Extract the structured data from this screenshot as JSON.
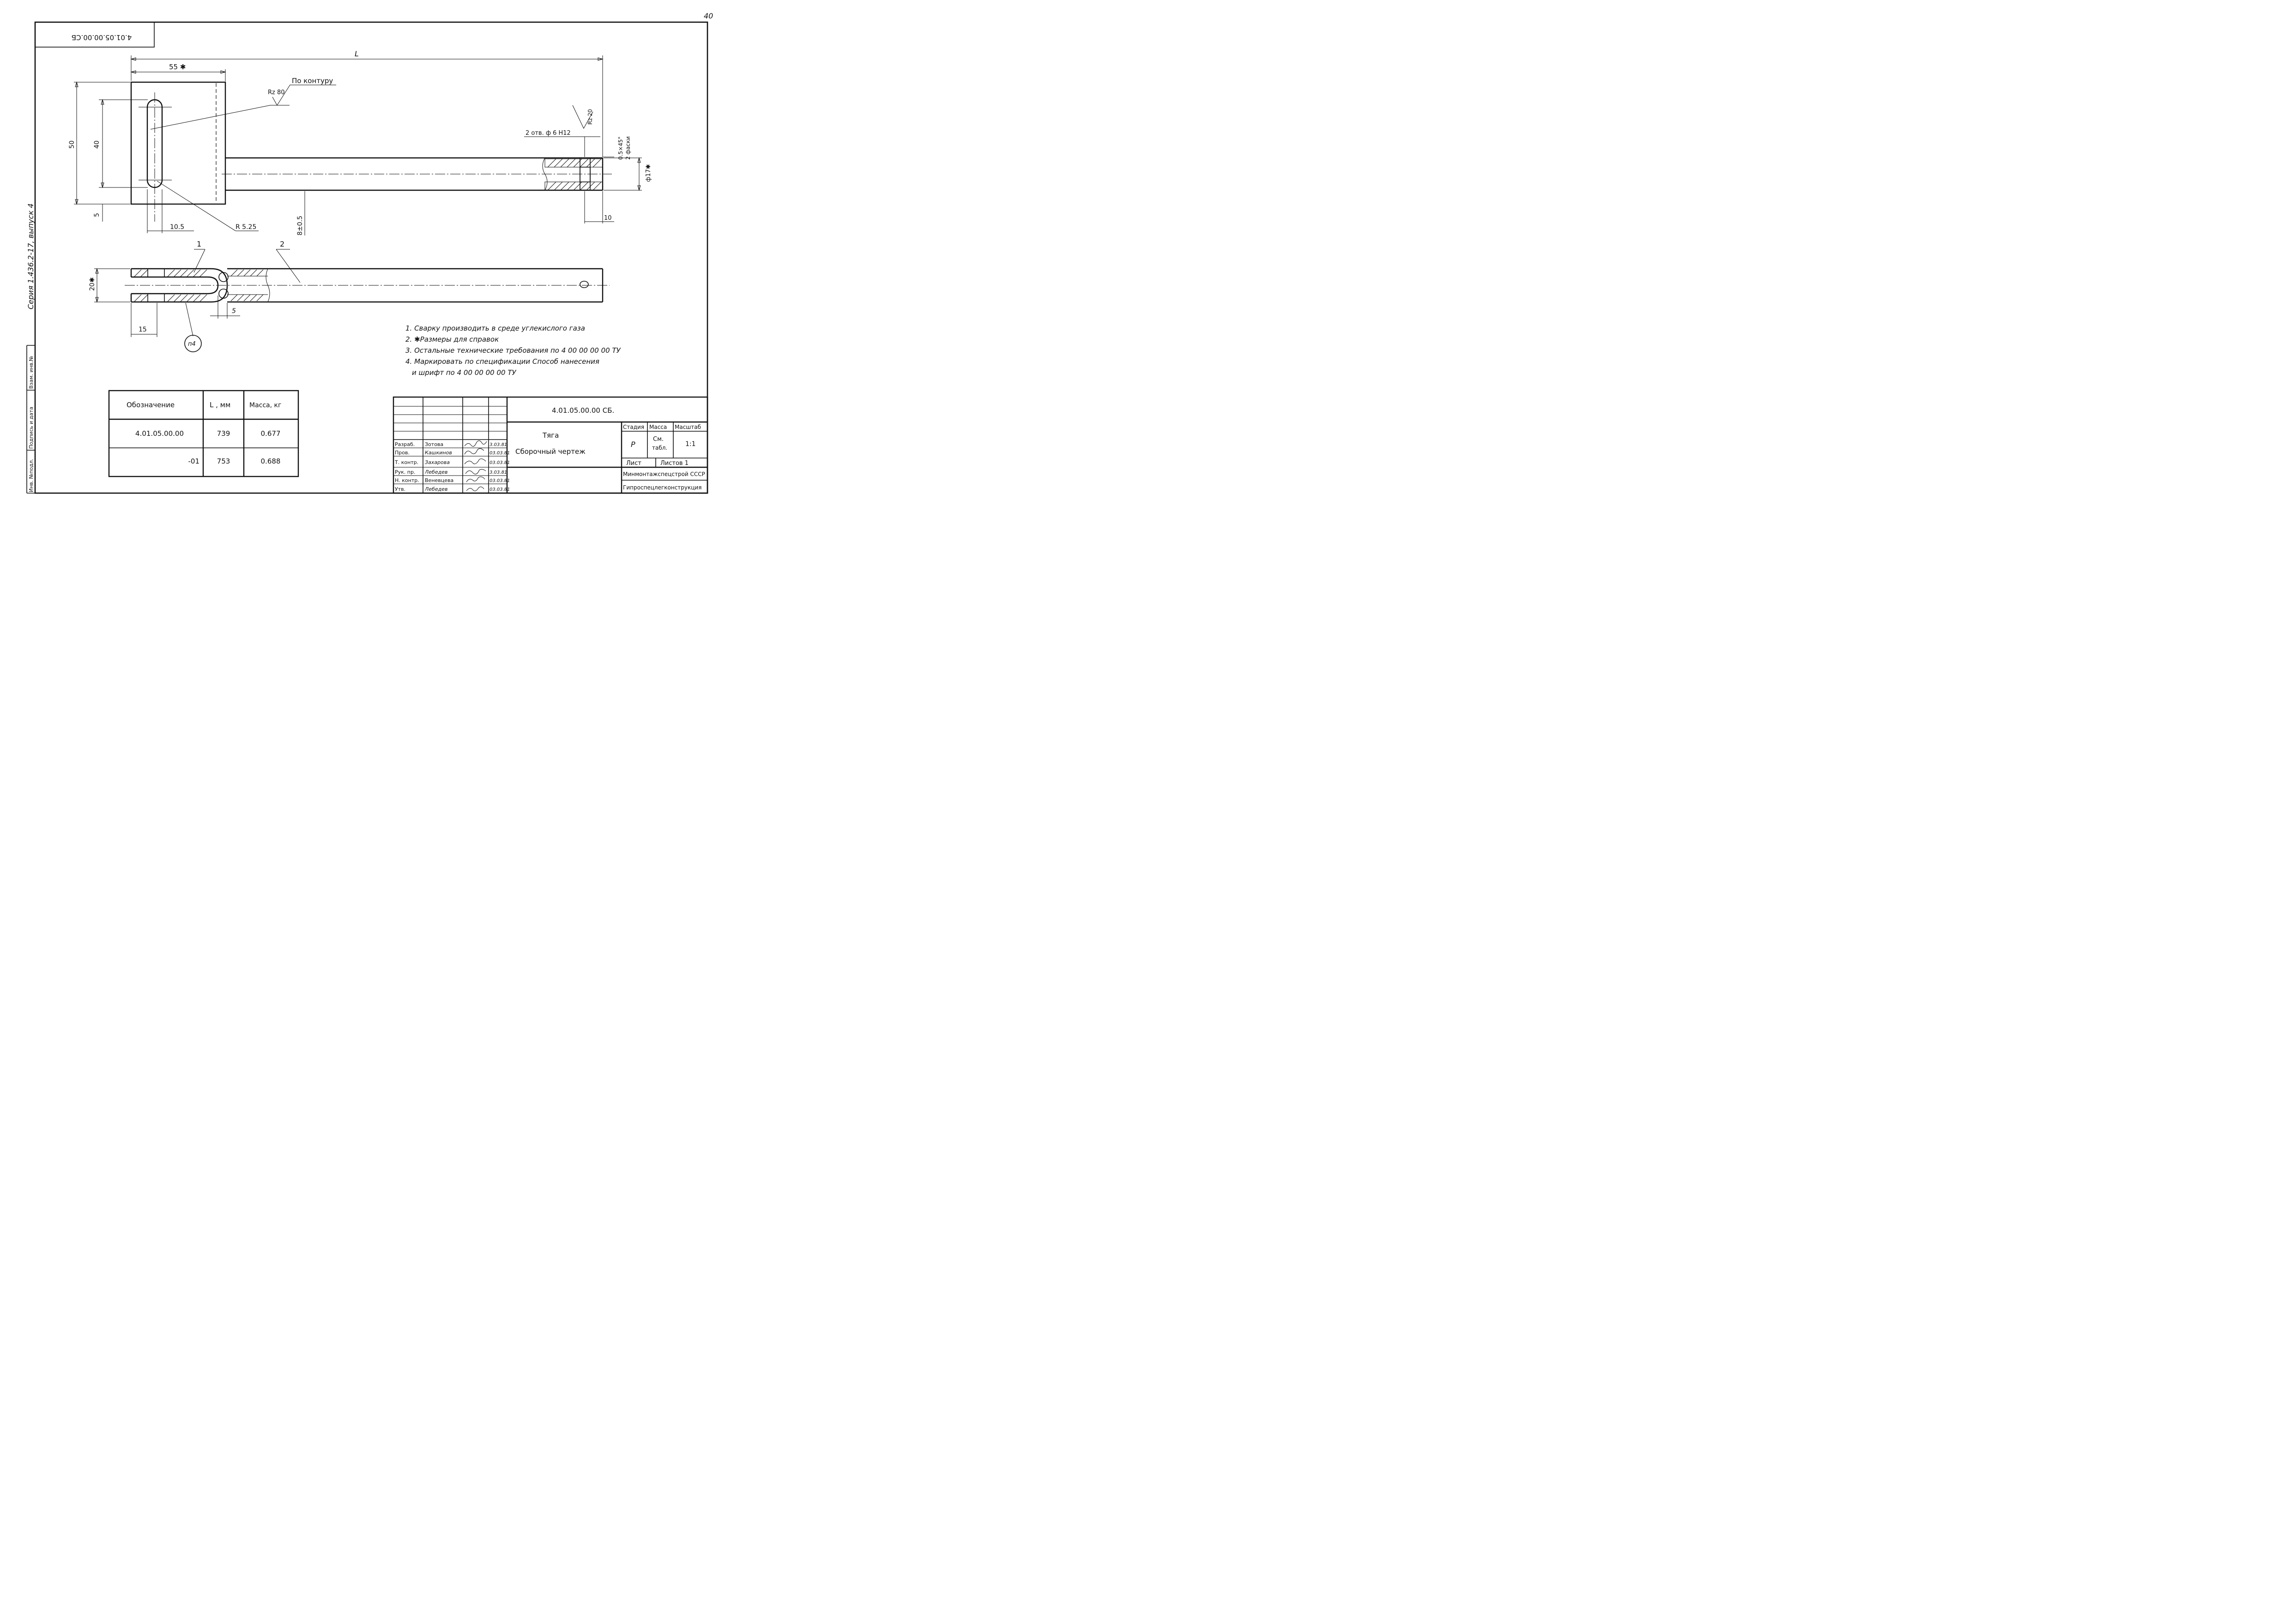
{
  "page_number": "40",
  "stamp_code_rotated": "4.01.05.00.00.СБ",
  "series_text": "Серия 1.436.2-17, выпуск 4",
  "side_stamp": {
    "inv_podl": "Инв. №подл.",
    "podpis_data": "Подпись и дата",
    "vzam_inv": "Взам. инв.№"
  },
  "dimensions": {
    "L": "L",
    "d55": "55 ✱",
    "d50": "50",
    "d40": "40",
    "d5": "5",
    "d10_5": "10.5",
    "r5_25": "R 5.25",
    "d8": "8±0.5",
    "rz80": "Rz 80",
    "po_konturu": "По контуру",
    "rz20": "Rz 20",
    "holes": "2 отв. ф 6 Н12",
    "chamfer_1": "0.5×45°",
    "chamfer_2": "2 фаски",
    "phi17": "ф17✱",
    "d10": "10",
    "d20": "20✱",
    "d15": "15",
    "d5b": "5",
    "pos1": "1",
    "pos2": "2",
    "weld": "п4"
  },
  "notes": [
    "1. Сварку производить в среде углекислого газа",
    "2. ✱Размеры для справок",
    "3. Остальные технические требования по 4 00 00 00 00 ТУ",
    "4. Маркировать по спецификации Способ нанесения",
    "и шрифт по 4 00 00 00 00 ТУ"
  ],
  "spec_table": {
    "headers": [
      "Обозначение",
      "L , мм",
      "Масса, кг"
    ],
    "rows": [
      [
        "4.01.05.00.00",
        "739",
        "0.677"
      ],
      [
        "-01",
        "753",
        "0.688"
      ]
    ]
  },
  "title_block": {
    "code": "4.01.05.00.00 СБ.",
    "name": "Тяга",
    "doc_type": "Сборочный чертеж",
    "stage_label": "Стадия",
    "mass_label": "Масса",
    "scale_label": "Масштаб",
    "stage": "Р",
    "mass_1": "См.",
    "mass_2": "табл.",
    "scale": "1:1",
    "sheet_label": "Лист",
    "sheets_label": "Листов 1",
    "org1": "Минмонтажспецстрой СССР",
    "org2": "Гипроспецлегконструкция",
    "roles": [
      "Разраб.",
      "Пров.",
      "Т. контр.",
      "Рук. пр.",
      "Н. контр.",
      "Утв."
    ],
    "people": [
      "Зотова",
      "Кашкинов",
      "Захарова",
      "Лебедев",
      "Веневцева",
      "Лебедев"
    ],
    "dates": [
      "3.03.81",
      "03.03.81",
      "03.03.81",
      "3.03.81",
      "03.03.81",
      "03.03.81"
    ]
  }
}
